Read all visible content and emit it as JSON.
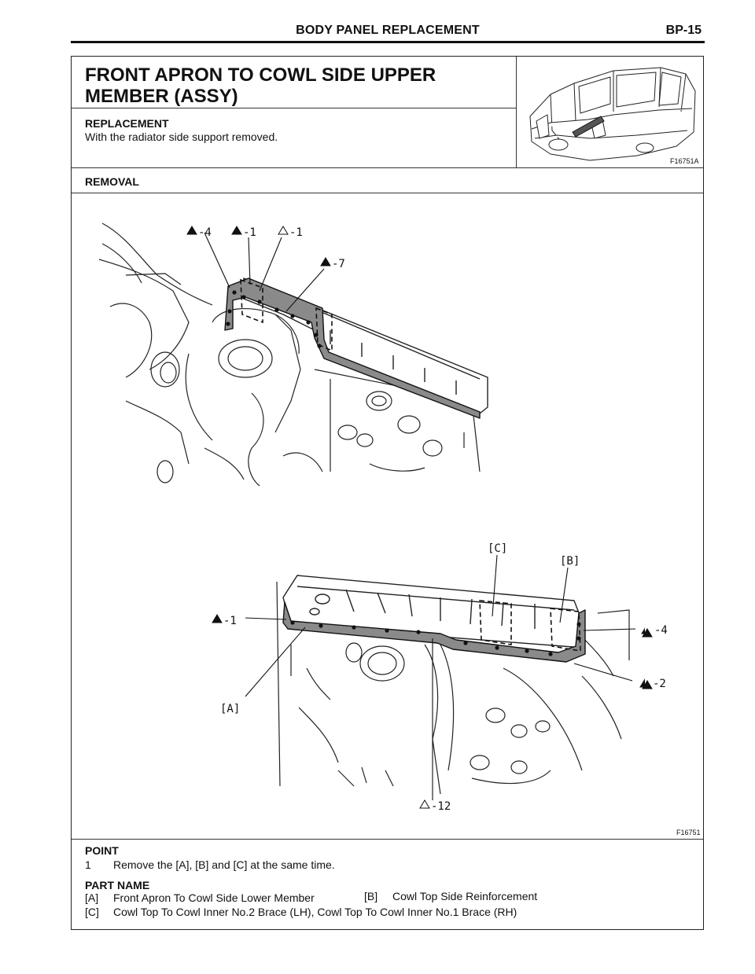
{
  "header": {
    "title": "BODY PANEL REPLACEMENT",
    "page": "BP-15"
  },
  "section": {
    "title_line1": "FRONT APRON TO COWL SIDE UPPER",
    "title_line2": "MEMBER (ASSY)",
    "replacement_label": "REPLACEMENT",
    "replacement_note": "With the radiator side support removed.",
    "thumb_code": "F16751A"
  },
  "removal": {
    "label": "REMOVAL",
    "figure_code": "F16751"
  },
  "callouts_top": [
    {
      "symbol": "A",
      "text": "-4"
    },
    {
      "symbol": "M",
      "text": "-1"
    },
    {
      "symbol": "O",
      "text": "-1"
    },
    {
      "symbol": "A",
      "text": "-7"
    }
  ],
  "callouts_bottom": [
    {
      "symbol": "A",
      "text": "-1"
    },
    {
      "symbol": "A",
      "text": "-4"
    },
    {
      "symbol": "M",
      "text": "-2"
    },
    {
      "symbol": "O",
      "text": "-12"
    }
  ],
  "part_markers": {
    "a": "[A]",
    "b": "[B]",
    "c": "[C]"
  },
  "point": {
    "label": "POINT",
    "step_num": "1",
    "step_text": "Remove the [A], [B] and [C] at the same time."
  },
  "part_names": {
    "label": "PART NAME",
    "a_key": "[A]",
    "a_text": "Front Apron To Cowl Side Lower Member",
    "b_key": "[B]",
    "b_text": "Cowl Top Side Reinforcement",
    "c_key": "[C]",
    "c_text": "Cowl Top To Cowl Inner No.2 Brace (LH), Cowl Top To Cowl Inner No.1 Brace (RH)"
  }
}
